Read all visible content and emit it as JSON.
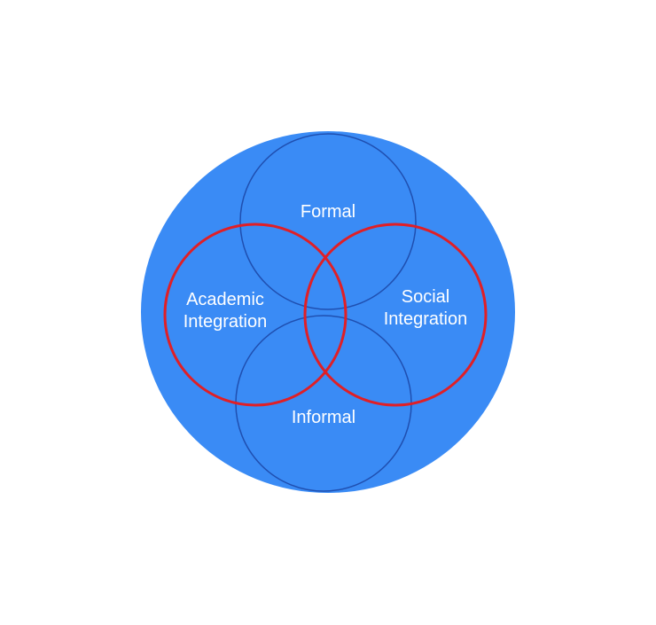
{
  "diagram": {
    "labels": {
      "formal": "Formal",
      "informal": "Informal",
      "academic_line1": "Academic",
      "academic_line2": "Integration",
      "social_line1": "Social",
      "social_line2": "Integration"
    },
    "colors": {
      "outer_fill": "#3a8bf5",
      "inner_stroke": "#1f4fb0",
      "integration_stroke": "#e01f26",
      "text": "#ffffff"
    }
  }
}
